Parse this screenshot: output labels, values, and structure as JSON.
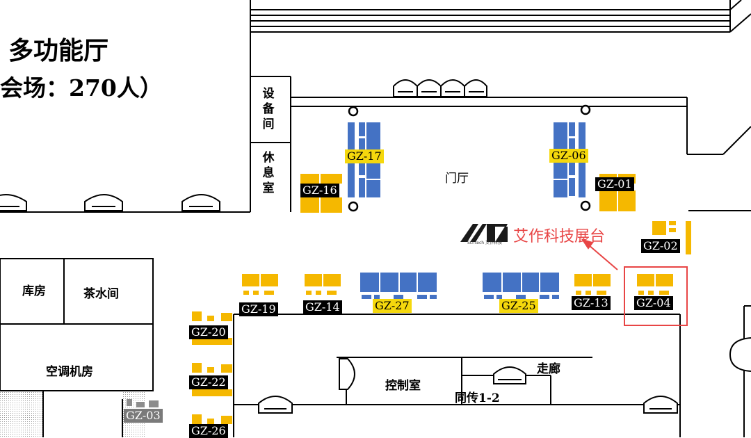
{
  "hall": {
    "title": "多功能厅",
    "subtitle": "会场：270人）"
  },
  "rooms": {
    "equipment": "设备间",
    "lounge": "休息室",
    "lobby": "门厅",
    "storage": "库房",
    "tea_room": "茶水间",
    "ac_room": "空调机房",
    "control_room": "控制室",
    "corridor": "走廊",
    "interp_booth": "同传1-2"
  },
  "exhibitor": {
    "brand_text": "艾作科技展台",
    "logo_subtext": "Sci-tech 艾作科技",
    "highlight_color": "#e84545"
  },
  "booths": {
    "gz01": "GZ-01",
    "gz02": "GZ-02",
    "gz03": "GZ-03",
    "gz04": "GZ-04",
    "gz06": "GZ-06",
    "gz13": "GZ-13",
    "gz14": "GZ-14",
    "gz16": "GZ-16",
    "gz17": "GZ-17",
    "gz19": "GZ-19",
    "gz20": "GZ-20",
    "gz22": "GZ-22",
    "gz25": "GZ-25",
    "gz26": "GZ-26",
    "gz27": "GZ-27"
  },
  "colors": {
    "booth_yellow": "#f5b800",
    "booth_blue": "#4472c4",
    "label_yellow": "#f5d80d"
  }
}
